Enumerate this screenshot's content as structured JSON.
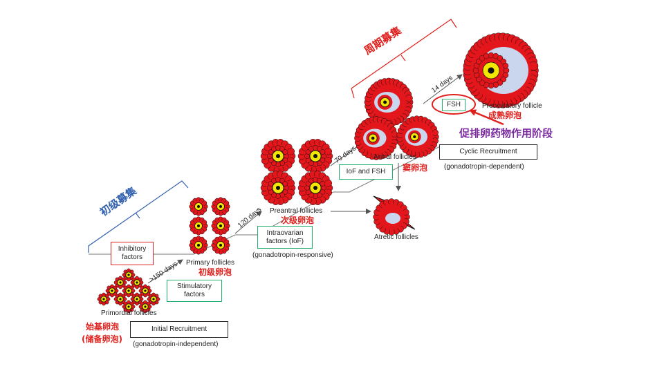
{
  "brackets": {
    "initial_title": "初级募集",
    "cyclic_title": "周期募集"
  },
  "stages": {
    "primordial": {
      "label": "Primordial follicles",
      "cn": "始基卵泡",
      "cn2": "(储备卵泡)"
    },
    "primary": {
      "label": "Primary follicles",
      "cn": "初级卵泡"
    },
    "preantral": {
      "label": "Preantral follicles",
      "cn": "次级卵泡"
    },
    "antral": {
      "label": "Antral follicles",
      "cn": "窦卵泡"
    },
    "atretic": {
      "label": "Atretic follicles"
    },
    "preovulatory": {
      "label": "Preovulatory follicle",
      "cn": "成熟卵泡"
    }
  },
  "arrows": {
    "a150": ">150 days",
    "a120": "120 days",
    "a70": "70 days",
    "a14": "14 days"
  },
  "boxes": {
    "inhibitory": "Inhibitory factors",
    "stimulatory": "Stimulatory factors",
    "intraovarian": "Intraovarian factors (IoF)",
    "iof_fsh": "IoF and FSH",
    "fsh": "FSH",
    "initial_recruitment": "Initial Recruitment",
    "cyclic_recruitment": "Cyclic Recruitment"
  },
  "notes": {
    "gonadotropin_independent": "(gonadotropin-independent)",
    "gonadotropin_responsive": "(gonadotropin-responsive)",
    "gonadotropin_dependent": "(gonadotropin-dependent)",
    "drug_stage": "促排卵药物作用阶段"
  },
  "colors": {
    "cell_red": "#e3161b",
    "oocyte_yellow": "#f3e600",
    "antrum_blue": "#c9d6ee",
    "bracket_blue": "#2f5fae",
    "bracket_red": "#e0201c",
    "label_red": "#e0201c",
    "note_purple": "#7a2b9e",
    "box_green": "#1fae6b"
  }
}
